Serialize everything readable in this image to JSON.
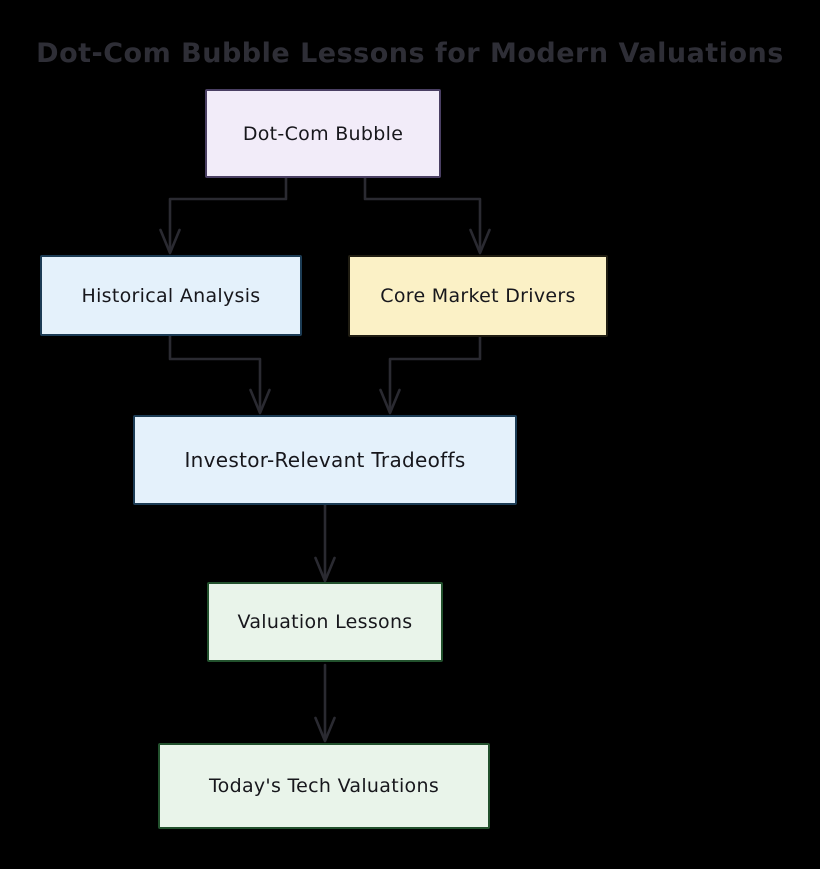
{
  "title": "Dot-Com Bubble Lessons for Modern Valuations",
  "diagram": {
    "type": "flowchart",
    "direction": "top-down",
    "nodes": [
      {
        "id": "dotcom",
        "label": "Dot-Com Bubble",
        "fill": "#f2ecf9",
        "border": "#4a3f63"
      },
      {
        "id": "historical",
        "label": "Historical Analysis",
        "fill": "#e4f1fb",
        "border": "#1c3c55"
      },
      {
        "id": "core",
        "label": "Core Market Drivers",
        "fill": "#fbf1c6",
        "border": "#201d12"
      },
      {
        "id": "investor",
        "label": "Investor-Relevant Tradeoffs",
        "fill": "#e4f1fb",
        "border": "#1c3c55"
      },
      {
        "id": "valuation",
        "label": "Valuation Lessons",
        "fill": "#e9f4ea",
        "border": "#22512d"
      },
      {
        "id": "today",
        "label": "Today's Tech Valuations",
        "fill": "#e9f4ea",
        "border": "#22512d"
      }
    ],
    "edges": [
      {
        "from": "dotcom",
        "to": "historical"
      },
      {
        "from": "dotcom",
        "to": "core"
      },
      {
        "from": "historical",
        "to": "investor"
      },
      {
        "from": "core",
        "to": "investor"
      },
      {
        "from": "investor",
        "to": "valuation"
      },
      {
        "from": "valuation",
        "to": "today"
      }
    ],
    "colors": {
      "background": "#000000",
      "edge": "#2a2a31",
      "title_text": "#2e2e36",
      "node_text": "#17171c"
    }
  }
}
